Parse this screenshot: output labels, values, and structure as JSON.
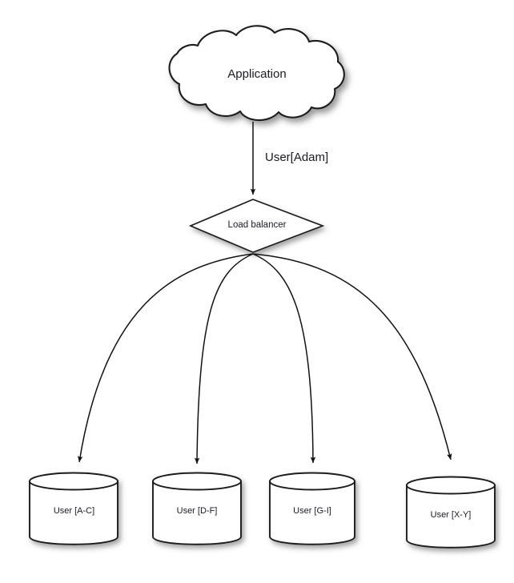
{
  "diagram": {
    "title_text": "Application",
    "background_color": "#ffffff",
    "stroke_color": "#1a1a1a",
    "fill_color": "#ffffff",
    "text_color": "#1a1a22",
    "nodes": {
      "cloud": {
        "label": "Application",
        "shape": "cloud"
      },
      "load_balancer": {
        "label": "Load balancer",
        "shape": "diamond"
      },
      "databases": [
        {
          "label": "User [A-C]",
          "shape": "cylinder"
        },
        {
          "label": "User [D-F]",
          "shape": "cylinder"
        },
        {
          "label": "User [G-I]",
          "shape": "cylinder"
        },
        {
          "label": "User [X-Y]",
          "shape": "cylinder"
        }
      ]
    },
    "edges": [
      {
        "from": "cloud",
        "to": "load_balancer",
        "label": "User[Adam]",
        "style": "straight-arrow"
      },
      {
        "from": "load_balancer",
        "to": "database-0",
        "label": "",
        "style": "curved-arrow"
      },
      {
        "from": "load_balancer",
        "to": "database-1",
        "label": "",
        "style": "curved-arrow"
      },
      {
        "from": "load_balancer",
        "to": "database-2",
        "label": "",
        "style": "curved-arrow"
      },
      {
        "from": "load_balancer",
        "to": "database-3",
        "label": "",
        "style": "curved-arrow"
      }
    ]
  }
}
